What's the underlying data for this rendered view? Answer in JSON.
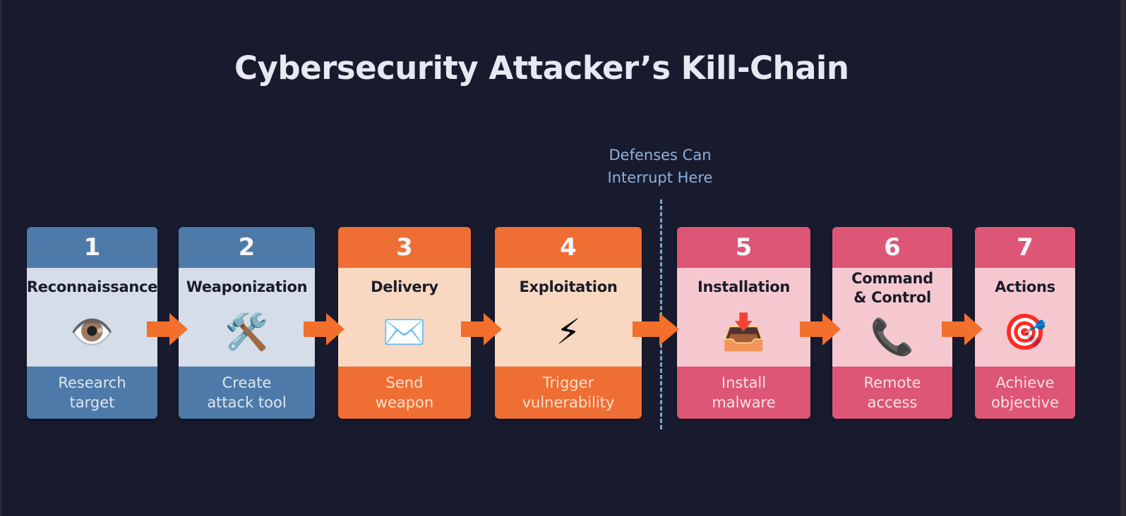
{
  "title": "Cybersecurity Attacker’s Kill-Chain",
  "defense_marker": {
    "line1": "Defenses Can",
    "line2": "Interrupt Here",
    "position": "between stage 4 and stage 5"
  },
  "colors": {
    "background": "#181b2e",
    "blue_stage": "#4d7aa8",
    "orange_stage": "#ef6e33",
    "pink_stage": "#dd5676",
    "arrow": "#f26f2c",
    "defense_text": "#8fb0d6"
  },
  "stages": [
    {
      "number": "1",
      "name": "Reconnaissance",
      "icon": "eye-icon",
      "glyph": "👁️",
      "desc_line1": "Research",
      "desc_line2": "target",
      "group": "blue"
    },
    {
      "number": "2",
      "name": "Weaponization",
      "icon": "tools-icon",
      "glyph": "🛠️",
      "desc_line1": "Create",
      "desc_line2": "attack tool",
      "group": "blue"
    },
    {
      "number": "3",
      "name": "Delivery",
      "icon": "envelope-icon",
      "glyph": "✉️",
      "desc_line1": "Send",
      "desc_line2": "weapon",
      "group": "orange"
    },
    {
      "number": "4",
      "name": "Exploitation",
      "icon": "lightning-icon",
      "glyph": "⚡",
      "desc_line1": "Trigger",
      "desc_line2": "vulnerability",
      "group": "orange"
    },
    {
      "number": "5",
      "name": "Installation",
      "icon": "install-download-icon",
      "glyph": "📥",
      "desc_line1": "Install",
      "desc_line2": "malware",
      "group": "pink"
    },
    {
      "number": "6",
      "name_line1": "Command",
      "name_line2": "& Control",
      "icon": "phone-icon",
      "glyph": "📞",
      "desc_line1": "Remote",
      "desc_line2": "access",
      "group": "pink"
    },
    {
      "number": "7",
      "name": "Actions",
      "icon": "target-icon",
      "glyph": "🎯",
      "desc_line1": "Achieve",
      "desc_line2": "objective",
      "group": "pink"
    }
  ]
}
